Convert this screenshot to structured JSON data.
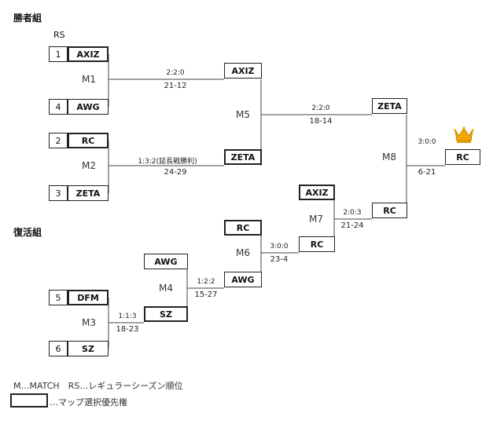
{
  "sections": {
    "winners": "勝者組",
    "losers": "復活組"
  },
  "rs_header": "RS",
  "seeds": [
    {
      "rank": "1",
      "team": "AXIZ"
    },
    {
      "rank": "4",
      "team": "AWG"
    },
    {
      "rank": "2",
      "team": "RC"
    },
    {
      "rank": "3",
      "team": "ZETA"
    },
    {
      "rank": "5",
      "team": "DFM"
    },
    {
      "rank": "6",
      "team": "SZ"
    }
  ],
  "matches": {
    "m1": {
      "label": "M1",
      "result": "2:2:0",
      "points": "21-12",
      "winner": "AXIZ"
    },
    "m2": {
      "label": "M2",
      "result": "1:3:2(延長戦勝利)",
      "points": "24-29",
      "winner": "ZETA"
    },
    "m3": {
      "label": "M3",
      "result": "1:1:3",
      "points": "18-23",
      "winner": "SZ"
    },
    "m4": {
      "label": "M4",
      "top": "AWG",
      "result": "1:2:2",
      "points": "15-27",
      "winner": "AWG"
    },
    "m5": {
      "label": "M5",
      "result": "2:2:0",
      "points": "18-14",
      "winner": "ZETA"
    },
    "m6": {
      "label": "M6",
      "top": "RC",
      "result": "3:0:0",
      "points": "23-4",
      "winner": "RC"
    },
    "m7": {
      "label": "M7",
      "top": "AXIZ",
      "result": "2:0:3",
      "points": "21-24",
      "winner": "RC"
    },
    "m8": {
      "label": "M8",
      "result": "3:0:0",
      "points": "6-21",
      "winner": "RC"
    }
  },
  "icons": {
    "champion": "crown-icon",
    "crown_color": "#f2a800"
  },
  "legend": {
    "line1": "M…MATCH　RS…レギュラーシーズン順位",
    "line2": "…マップ選択優先権"
  }
}
